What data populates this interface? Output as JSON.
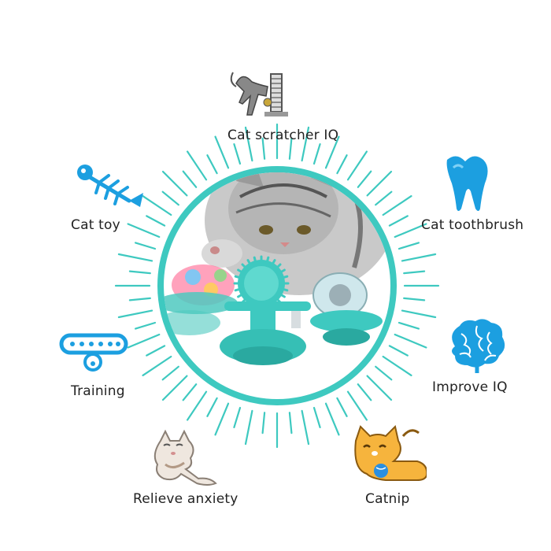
{
  "labels": {
    "scratcher": "Cat scratcher IQ",
    "cat_toy": "Cat toy",
    "toothbrush": "Cat toothbrush",
    "training": "Training",
    "improve_iq": "Improve IQ",
    "relieve": "Relieve anxiety",
    "catnip": "Catnip"
  },
  "colors": {
    "accent": "#3ec9c0",
    "icon_blue": "#1c9fe0",
    "toy_teal": "#4fc9c0"
  },
  "icons": [
    "cat-scratcher-icon",
    "fish-bone-icon",
    "tooth-icon",
    "collar-icon",
    "brain-icon",
    "relaxed-cat-icon",
    "orange-kitten-icon"
  ]
}
